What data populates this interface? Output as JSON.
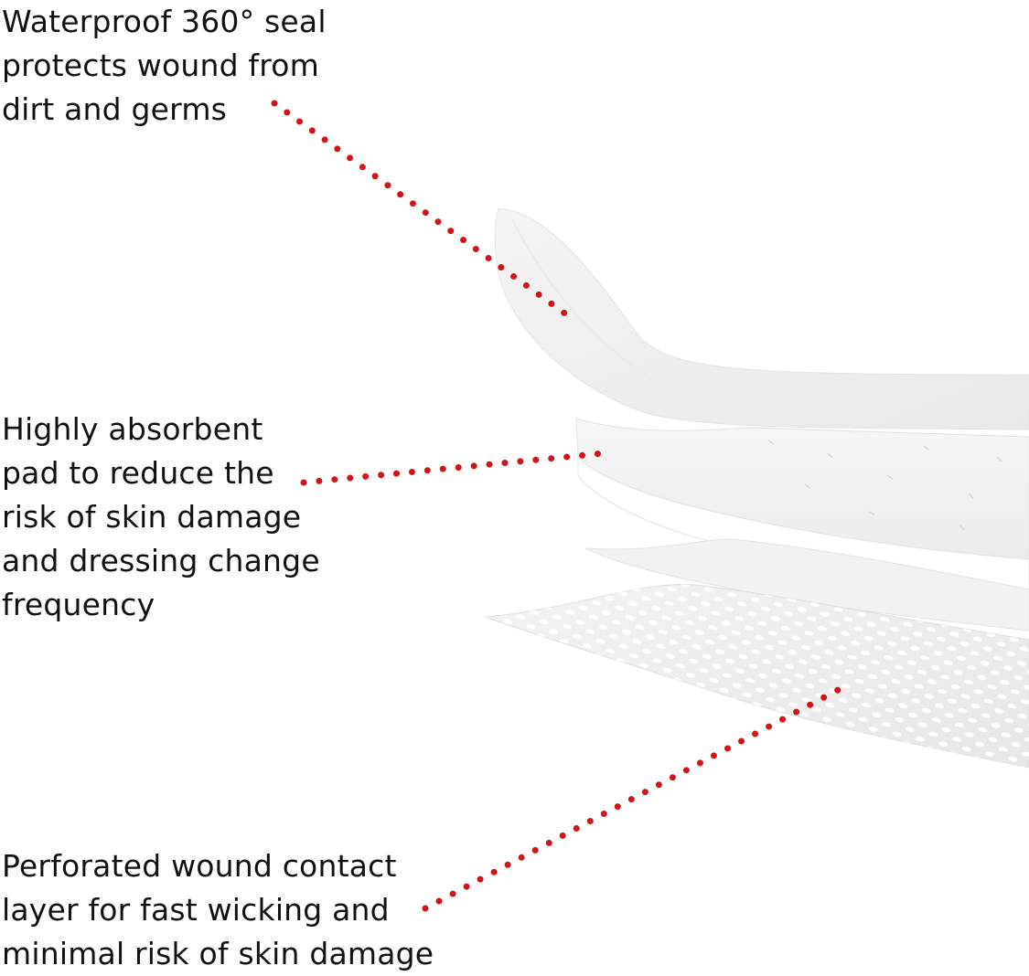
{
  "labels": {
    "seal": "Waterproof 360° seal\nprotects wound from\ndirt and germs",
    "pad": "Highly absorbent\npad to reduce the\nrisk of skin damage\nand dressing change\nfrequency",
    "contact": "Perforated wound contact\nlayer for fast wicking and\nminimal risk of skin damage"
  },
  "colors": {
    "background": "#ffffff",
    "text": "#111111",
    "leader_dots": "#d0141c",
    "layer_fill": "#f1f1f1",
    "layer_edge": "#e2e2e2"
  }
}
